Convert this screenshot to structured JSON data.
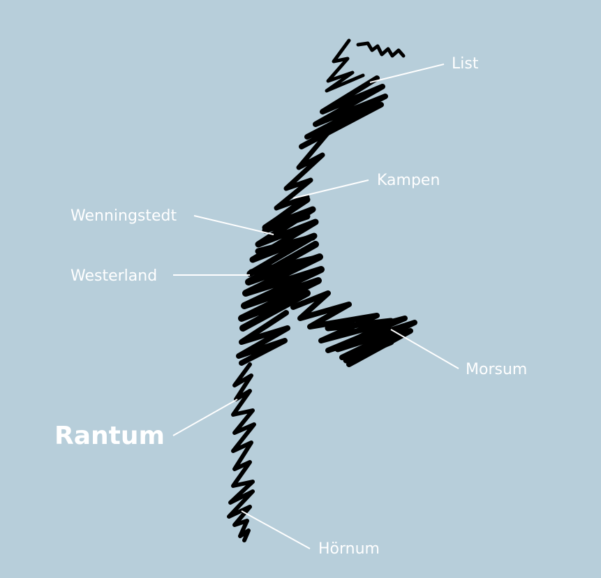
{
  "map": {
    "background_color": "#b7ceda",
    "island_color": "#000000",
    "label_color": "#ffffff",
    "highlighted_place": "Rantum",
    "places": {
      "list": "List",
      "kampen": "Kampen",
      "wenningstedt": "Wenningstedt",
      "westerland": "Westerland",
      "morsum": "Morsum",
      "rantum": "Rantum",
      "hoernum": "Hörnum"
    }
  }
}
